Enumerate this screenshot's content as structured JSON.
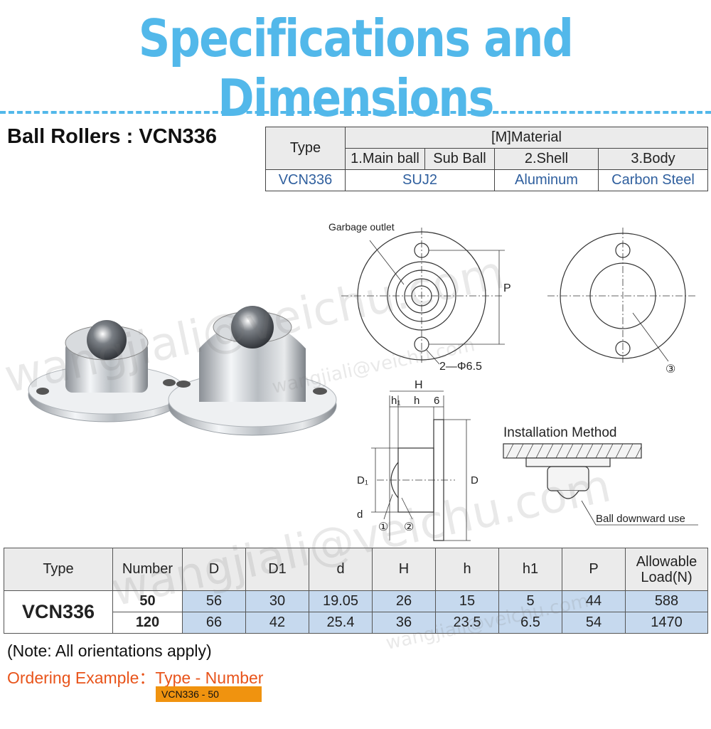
{
  "header": {
    "title": "Specifications and Dimensions",
    "subtitle": "Ball Rollers : VCN336"
  },
  "material_table": {
    "type_header": "Type",
    "material_header": "[M]Material",
    "columns": [
      "1.Main ball",
      "Sub Ball",
      "2.Shell",
      "3.Body"
    ],
    "row": {
      "type": "VCN336",
      "ball": "SUJ2",
      "shell": "Aluminum",
      "body": "Carbon Steel"
    }
  },
  "drawings": {
    "garbage_outlet": "Garbage outlet",
    "dim_p": "P",
    "holes": "2—Φ6.5",
    "callout_3": "③",
    "dim_h": "H",
    "dim_h1": "h₁",
    "dim_h_small": "h",
    "dim_6": "6",
    "dim_d1": "D₁",
    "dim_d_big": "D",
    "dim_d_small": "d",
    "callout_1": "①",
    "callout_2": "②",
    "installation_title": "Installation Method",
    "ball_downward": "Ball downward use"
  },
  "spec_table": {
    "headers": [
      "Type",
      "Number",
      "D",
      "D1",
      "d",
      "H",
      "h",
      "h1",
      "P",
      "Allowable Load(N)"
    ],
    "type": "VCN336",
    "rows": [
      {
        "number": "50",
        "D": "56",
        "D1": "30",
        "d": "19.05",
        "H": "26",
        "h": "15",
        "h1": "5",
        "P": "44",
        "load": "588"
      },
      {
        "number": "120",
        "D": "66",
        "D1": "42",
        "d": "25.4",
        "H": "36",
        "h": "23.5",
        "h1": "6.5",
        "P": "54",
        "load": "1470"
      }
    ]
  },
  "notes": {
    "orientation": "(Note: All orientations apply)",
    "ordering": "Ordering Example：Type - Number",
    "example": "VCN336 - 50"
  },
  "watermarks": {
    "mark": "wangjiali@veichu.com"
  },
  "colors": {
    "title": "#52b8ea",
    "value_blue": "#2f5f9e",
    "order_orange": "#e8541b",
    "example_bg": "#f0930f",
    "cell_blue": "#c6d9ee"
  }
}
